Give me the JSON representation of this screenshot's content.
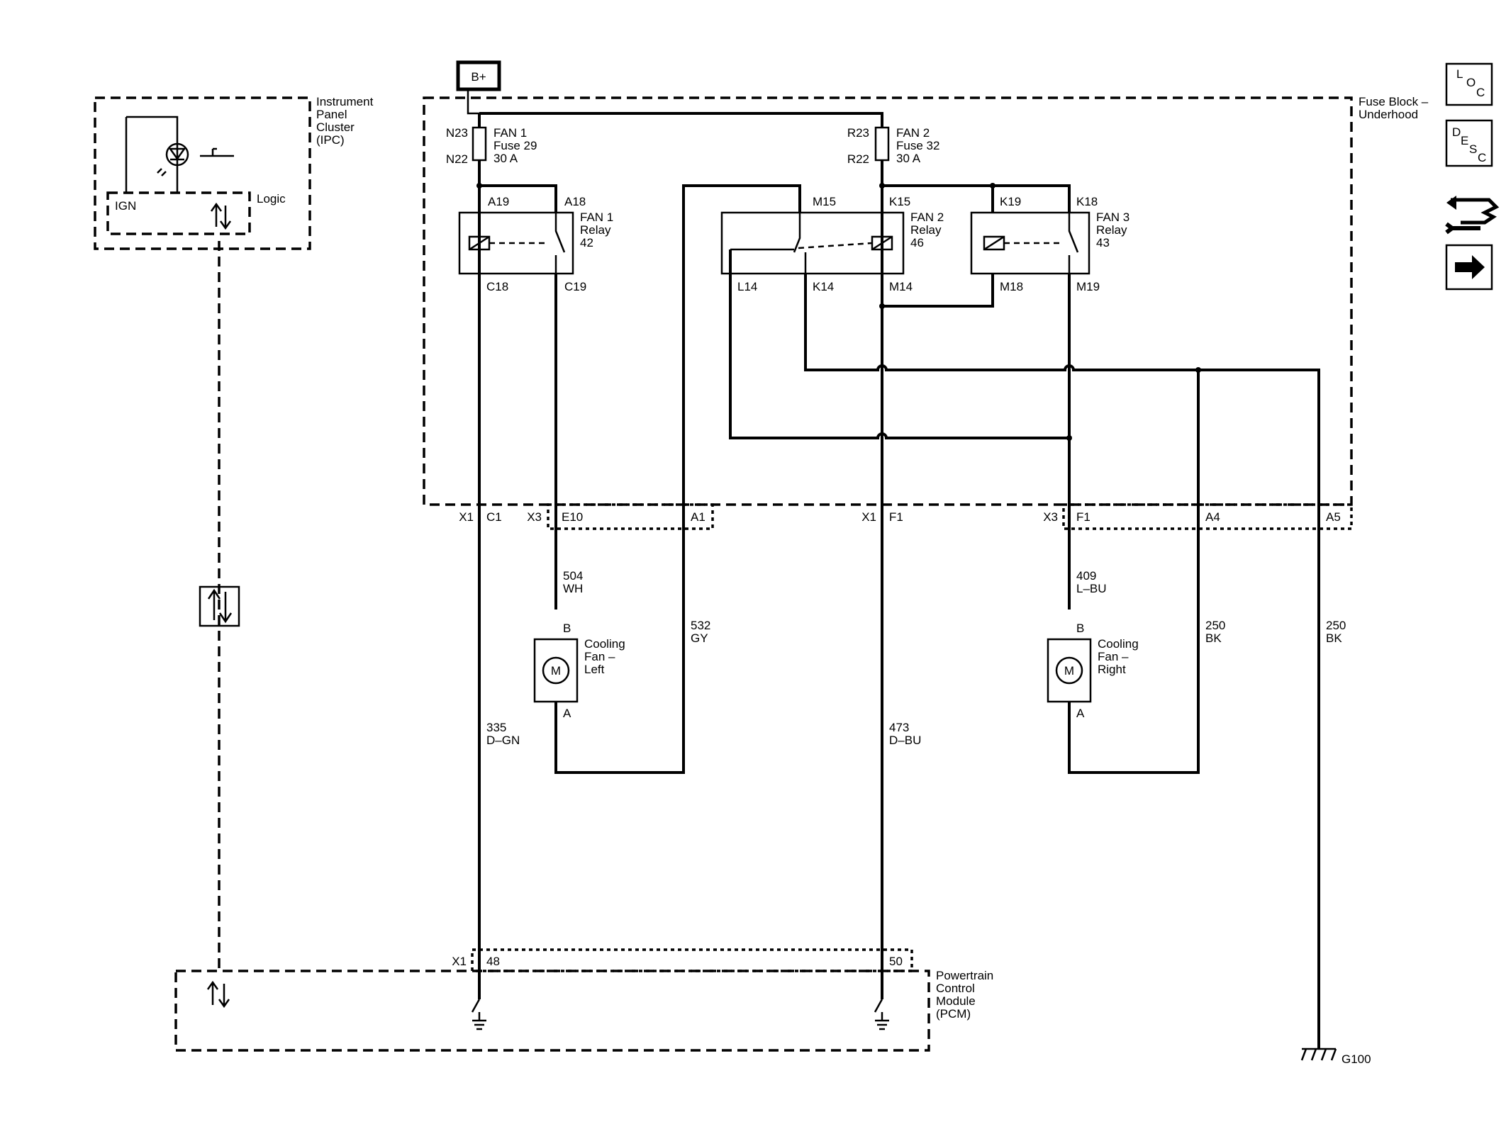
{
  "power_source": "B+",
  "ipc": {
    "name": "Instrument\nPanel\nCluster\n(IPC)",
    "logic": "Logic",
    "ign": "IGN"
  },
  "fuse_block": {
    "name": "Fuse Block –\nUnderhood"
  },
  "fuses": [
    {
      "label": "FAN 1\nFuse 29\n30 A",
      "pin_in": "N23",
      "pin_out": "N22"
    },
    {
      "label": "FAN 2\nFuse 32\n30 A",
      "pin_in": "R23",
      "pin_out": "R22"
    }
  ],
  "relays": [
    {
      "label": "FAN 1\nRelay\n42",
      "pins_top": [
        "A19",
        "A18"
      ],
      "pins_bottom": [
        "C18",
        "C19"
      ]
    },
    {
      "label": "FAN 2\nRelay\n46",
      "pins_top": [
        "M15",
        "K15"
      ],
      "pins_bottom": [
        "L14",
        "K14",
        "M14"
      ]
    },
    {
      "label": "FAN 3\nRelay\n43",
      "pins_top": [
        "K19",
        "K18"
      ],
      "pins_bottom": [
        "M18",
        "M19"
      ]
    }
  ],
  "connector_pins": {
    "x1": "X1",
    "c1": "C1",
    "x3": "X3",
    "e10": "E10",
    "a1": "A1",
    "x1b": "X1",
    "f1": "F1",
    "x3b": "X3",
    "f1b": "F1",
    "a4": "A4",
    "a5": "A5"
  },
  "wires": [
    "504\nWH",
    "532\nGY",
    "335\nD–GN",
    "473\nD–BU",
    "409\nL–BU",
    "250\nBK",
    "250\nBK"
  ],
  "motors": [
    {
      "label": "Cooling\nFan –\nLeft",
      "symbol": "M",
      "pin_top": "B",
      "pin_bottom": "A"
    },
    {
      "label": "Cooling\nFan –\nRight",
      "symbol": "M",
      "pin_top": "B",
      "pin_bottom": "A"
    }
  ],
  "pcm": {
    "name": "Powertrain\nControl\nModule\n(PCM)",
    "connector": "X1",
    "pin_a": "48",
    "pin_b": "50"
  },
  "ground": "G100",
  "nav": [
    {
      "icon": "loc-icon",
      "l1": "L",
      "l2": "O",
      "l3": "C"
    },
    {
      "icon": "desc-icon",
      "l1": "D",
      "l2": "E",
      "l3": "S",
      "l4": "C"
    }
  ]
}
